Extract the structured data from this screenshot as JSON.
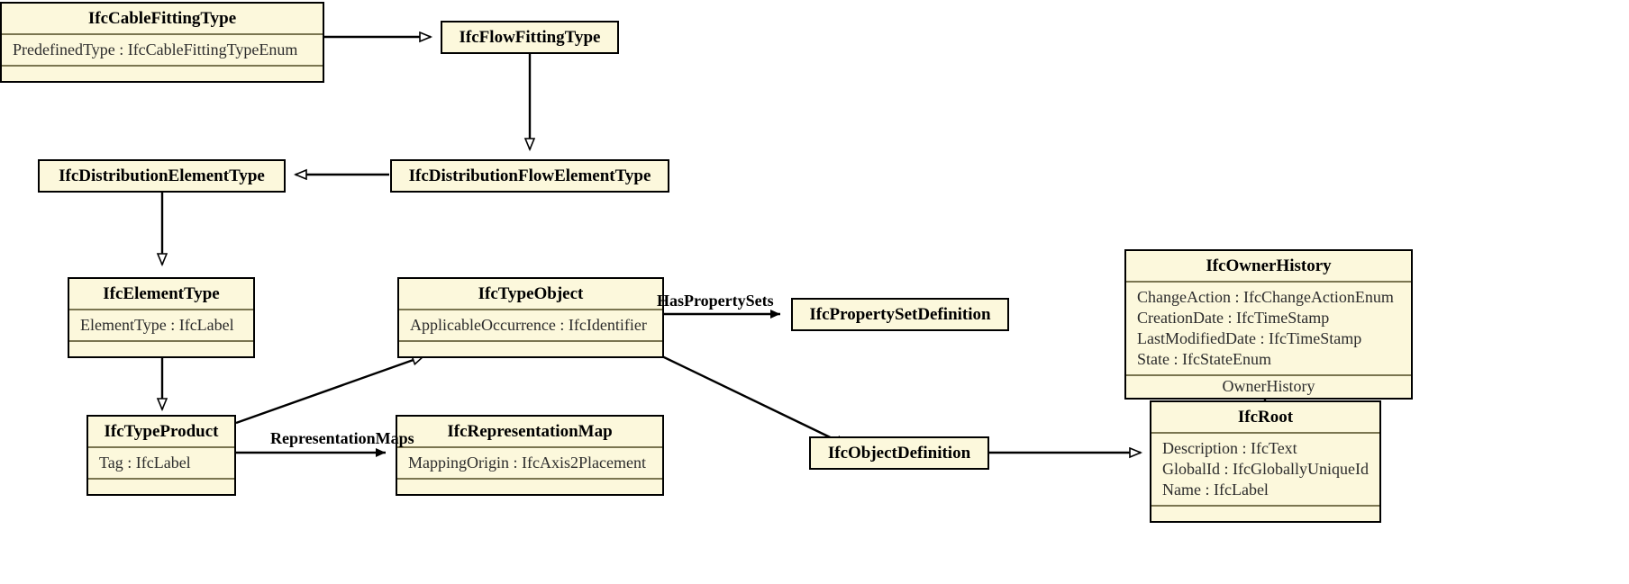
{
  "diagram": {
    "title": "IFC Cable Fitting Type inheritance diagram",
    "style": {
      "class_fill": "#fcf8dc",
      "border": "#000000",
      "separator": "#7a7550",
      "background": "#ffffff",
      "text": "#000000"
    }
  },
  "classes": [
    {
      "id": "ifc-cable-fitting-type",
      "name": "IfcCableFittingType",
      "attributes": [
        "PredefinedType : IfcCableFittingTypeEnum"
      ],
      "has_empty_section": true
    },
    {
      "id": "ifc-flow-fitting-type",
      "name": "IfcFlowFittingType",
      "attributes": [],
      "has_empty_section": false
    },
    {
      "id": "ifc-distribution-element-type",
      "name": "IfcDistributionElementType",
      "attributes": [],
      "has_empty_section": false
    },
    {
      "id": "ifc-distribution-flow-element-type",
      "name": "IfcDistributionFlowElementType",
      "attributes": [],
      "has_empty_section": false
    },
    {
      "id": "ifc-element-type",
      "name": "IfcElementType",
      "attributes": [
        "ElementType : IfcLabel"
      ],
      "has_empty_section": true
    },
    {
      "id": "ifc-type-object",
      "name": "IfcTypeObject",
      "attributes": [
        "ApplicableOccurrence : IfcIdentifier"
      ],
      "has_empty_section": true
    },
    {
      "id": "ifc-property-set-definition",
      "name": "IfcPropertySetDefinition",
      "attributes": [],
      "has_empty_section": false
    },
    {
      "id": "ifc-owner-history",
      "name": "IfcOwnerHistory",
      "attributes": [
        "ChangeAction : IfcChangeActionEnum",
        "CreationDate : IfcTimeStamp",
        "LastModifiedDate : IfcTimeStamp",
        "State : IfcStateEnum"
      ],
      "association_row": "OwnerHistory",
      "has_empty_section": false
    },
    {
      "id": "ifc-type-product",
      "name": "IfcTypeProduct",
      "attributes": [
        "Tag : IfcLabel"
      ],
      "has_empty_section": true
    },
    {
      "id": "ifc-representation-map",
      "name": "IfcRepresentationMap",
      "attributes": [
        "MappingOrigin : IfcAxis2Placement"
      ],
      "has_empty_section": true
    },
    {
      "id": "ifc-object-definition",
      "name": "IfcObjectDefinition",
      "attributes": [],
      "has_empty_section": false
    },
    {
      "id": "ifc-root",
      "name": "IfcRoot",
      "attributes": [
        "Description : IfcText",
        "GlobalId : IfcGloballyUniqueId",
        "Name : IfcLabel"
      ],
      "has_empty_section": true
    }
  ],
  "edge_labels": [
    {
      "id": "has-property-sets",
      "text": "HasPropertySets"
    },
    {
      "id": "representation-maps",
      "text": "RepresentationMaps"
    }
  ]
}
